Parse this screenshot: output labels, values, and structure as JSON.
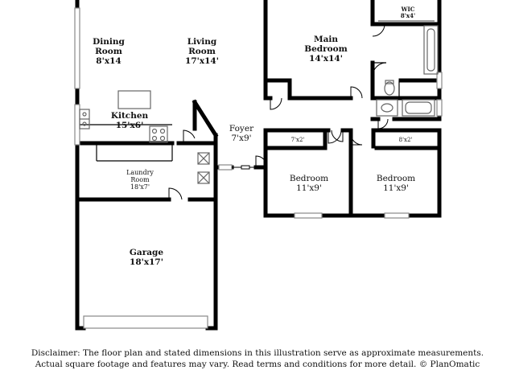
{
  "rooms": {
    "dining": {
      "name": "Dining Room",
      "name_l1": "Dining",
      "name_l2": "Room",
      "dims": "8'x14"
    },
    "living": {
      "name_l1": "Living",
      "name_l2": "Room",
      "dims": "17'x14'"
    },
    "main_bed": {
      "name_l1": "Main",
      "name_l2": "Bedroom",
      "dims": "14'x14'"
    },
    "wic": {
      "name": "WIC",
      "dims": "8'x4'"
    },
    "kitchen": {
      "name": "Kitchen",
      "dims": "15'x6'"
    },
    "foyer": {
      "name": "Foyer",
      "dims": "7'x9'"
    },
    "laundry": {
      "name_l1": "Laundry",
      "name_l2": "Room",
      "dims": "18'x7'"
    },
    "closet1": {
      "dims": "7'x2'"
    },
    "closet2": {
      "dims": "8'x2'"
    },
    "bedroom1": {
      "name": "Bedroom",
      "dims": "11'x9'"
    },
    "bedroom2": {
      "name": "Bedroom",
      "dims": "11'x9'"
    },
    "garage": {
      "name": "Garage",
      "dims": "18'x17'"
    }
  },
  "disclaimer": {
    "line1": "Disclaimer: The floor plan and stated dimensions in this illustration serve as approximate measurements.",
    "line2": "Actual square footage and features may vary. Read terms and conditions for more detail. © PlanOmatic"
  },
  "colors": {
    "wall": "#000000",
    "fixture": "#6b6b6b",
    "window": "#9a9a9a"
  }
}
